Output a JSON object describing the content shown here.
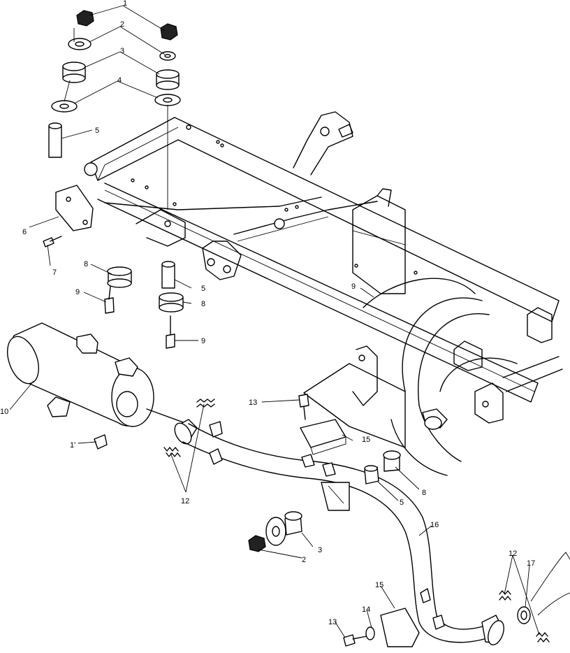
{
  "diagram": {
    "title": "",
    "callouts": {
      "c1": "1",
      "c2a": "2",
      "c3a": "3",
      "c4": "4",
      "c5a": "5",
      "c6": "6",
      "c7": "7",
      "c8a": "8",
      "c9a": "9",
      "c5b": "5",
      "c8b": "8",
      "c9b": "9",
      "c9c": "9",
      "c10": "10",
      "c11": "1'",
      "c12a": "12",
      "c13a": "13",
      "c15a": "15",
      "c8c": "8",
      "c5c": "5",
      "c3b": "3",
      "c2b": "2",
      "c16": "16",
      "c12b": "12",
      "c17": "17",
      "c15b": "15",
      "c14": "14",
      "c13b": "13"
    }
  }
}
